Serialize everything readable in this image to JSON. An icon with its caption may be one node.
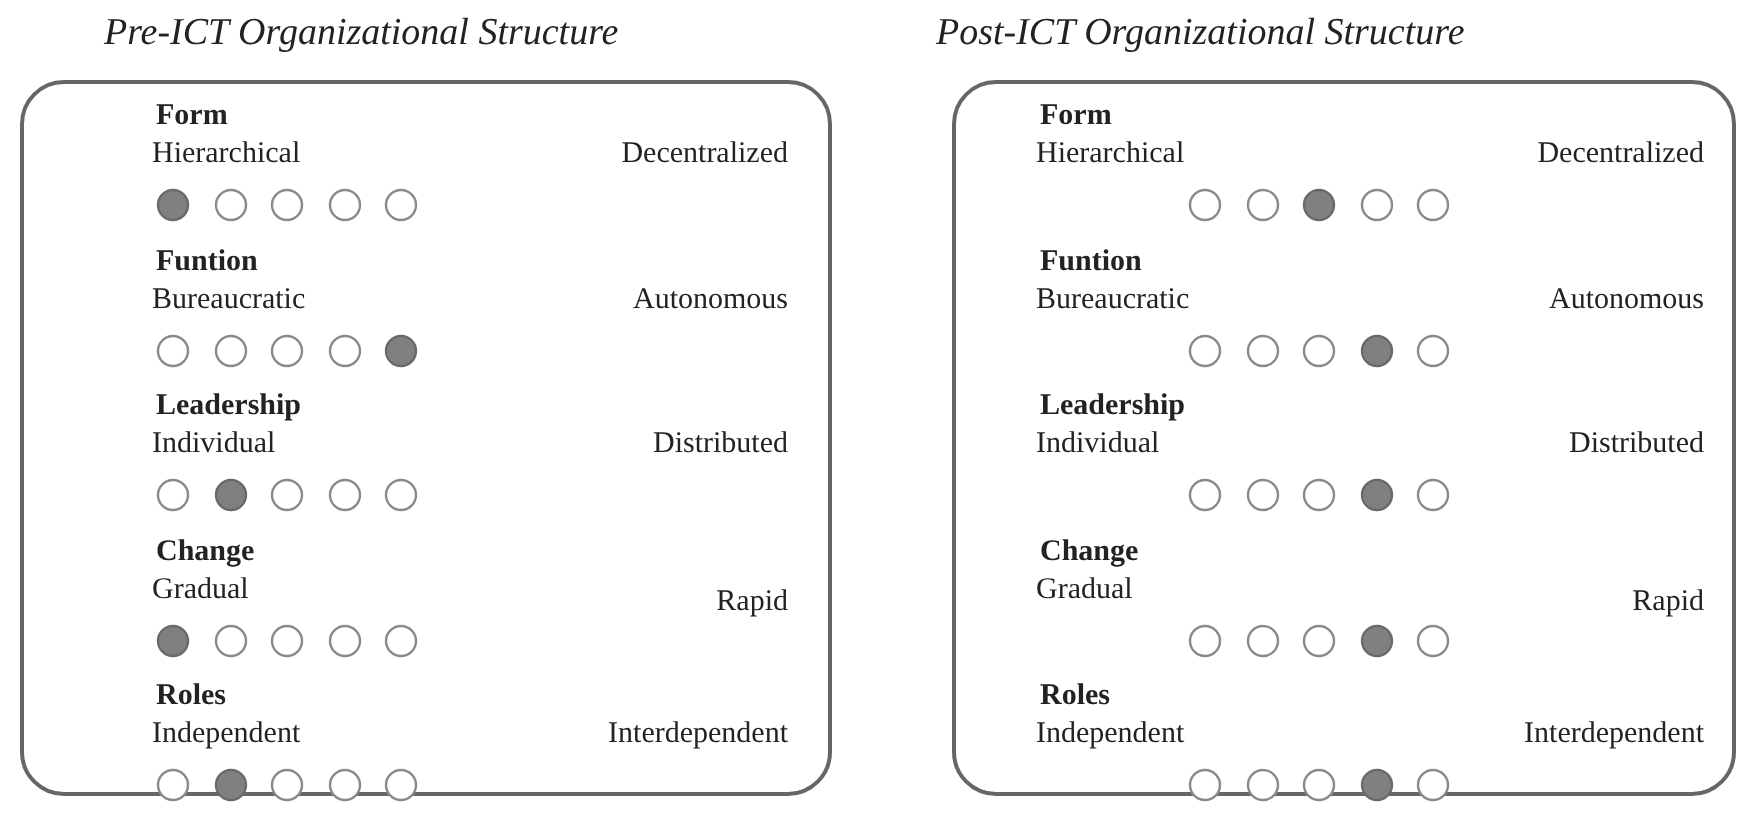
{
  "diagram": {
    "nodes": [
      {
        "text": [
          "Pre-ICT Organizational Structure",
          "Form",
          "Hierarchical",
          "Decentralized",
          "Funtion",
          "Bureaucratic",
          "Autonomous",
          "Leadership",
          "Individual",
          "Distributed",
          "Change",
          "Gradual",
          "Rapid",
          "Roles",
          "Independent",
          "Interdependent"
        ]
      },
      {
        "text": [],
        "shape": "dot",
        "in": 0
      },
      {
        "text": [],
        "shape": "circle",
        "in": 0
      },
      {
        "text": [],
        "shape": "circle",
        "in": 0
      },
      {
        "text": [],
        "shape": "circle",
        "in": 0
      },
      {
        "text": [],
        "shape": "circle",
        "in": 0
      },
      {
        "text": [],
        "shape": "circle",
        "in": 0
      },
      {
        "text": [],
        "shape": "circle",
        "in": 0
      },
      {
        "text": [],
        "shape": "circle",
        "in": 0
      },
      {
        "text": [],
        "shape": "circle",
        "in": 0
      },
      {
        "text": [],
        "shape": "dot",
        "in": 0
      },
      {
        "text": [],
        "shape": "circle",
        "in": 0
      },
      {
        "text": [],
        "shape": "dot",
        "in": 0
      },
      {
        "text": [],
        "shape": "circle",
        "in": 0
      },
      {
        "text": [],
        "shape": "circle",
        "in": 0
      },
      {
        "text": [],
        "shape": "circle",
        "in": 0
      },
      {
        "text": [],
        "shape": "dot",
        "in": 0
      },
      {
        "text": [],
        "shape": "circle",
        "in": 0
      },
      {
        "text": [],
        "shape": "circle",
        "in": 0
      },
      {
        "text": [],
        "shape": "circle",
        "in": 0
      },
      {
        "text": [],
        "shape": "circle",
        "in": 0
      },
      {
        "text": [],
        "shape": "circle",
        "in": 0
      },
      {
        "text": [],
        "shape": "dot",
        "in": 0
      },
      {
        "text": [],
        "shape": "circle",
        "in": 0
      },
      {
        "text": [],
        "shape": "circle",
        "in": 0
      },
      {
        "text": [],
        "shape": "circle",
        "in": 0
      },
      {
        "text": [
          "Post-ICT Organizational Structure",
          "Form",
          "Hierarchical",
          "Decentralized",
          "Funtion",
          "Bureaucratic",
          "Autonomous",
          "Leadership",
          "Individual",
          "Distributed",
          "Change",
          "Gradual",
          "Rapid",
          "Roles",
          "Independent",
          "Interdependent"
        ]
      },
      {
        "text": [],
        "shape": "circle",
        "in": 26
      },
      {
        "text": [],
        "shape": "circle",
        "in": 26
      },
      {
        "text": [],
        "shape": "dot",
        "in": 26
      },
      {
        "text": [],
        "shape": "circle",
        "in": 26
      },
      {
        "text": [],
        "shape": "circle",
        "in": 26
      },
      {
        "text": [],
        "shape": "circle",
        "in": 26
      },
      {
        "text": [],
        "shape": "circle",
        "in": 26
      },
      {
        "text": [],
        "shape": "circle",
        "in": 26
      },
      {
        "text": [],
        "shape": "dot",
        "in": 26
      },
      {
        "text": [],
        "shape": "circle",
        "in": 26
      },
      {
        "text": [],
        "shape": "circle",
        "in": 26
      },
      {
        "text": [],
        "shape": "circle",
        "in": 26
      },
      {
        "text": [],
        "shape": "circle",
        "in": 26
      },
      {
        "text": [],
        "shape": "dot",
        "in": 26
      },
      {
        "text": [],
        "shape": "circle",
        "in": 26
      },
      {
        "text": [],
        "shape": "circle",
        "in": 26
      },
      {
        "text": [],
        "shape": "circle",
        "in": 26
      },
      {
        "text": [],
        "shape": "circle",
        "in": 26
      },
      {
        "text": [],
        "shape": "dot",
        "in": 26
      },
      {
        "text": [],
        "shape": "circle",
        "in": 26
      },
      {
        "text": [],
        "shape": "circle",
        "in": 26
      },
      {
        "text": [],
        "shape": "circle",
        "in": 26
      },
      {
        "text": [],
        "shape": "circle",
        "in": 26
      },
      {
        "text": [],
        "shape": "dot",
        "in": 26
      },
      {
        "text": [],
        "shape": "circle",
        "in": 26
      }
    ]
  }
}
